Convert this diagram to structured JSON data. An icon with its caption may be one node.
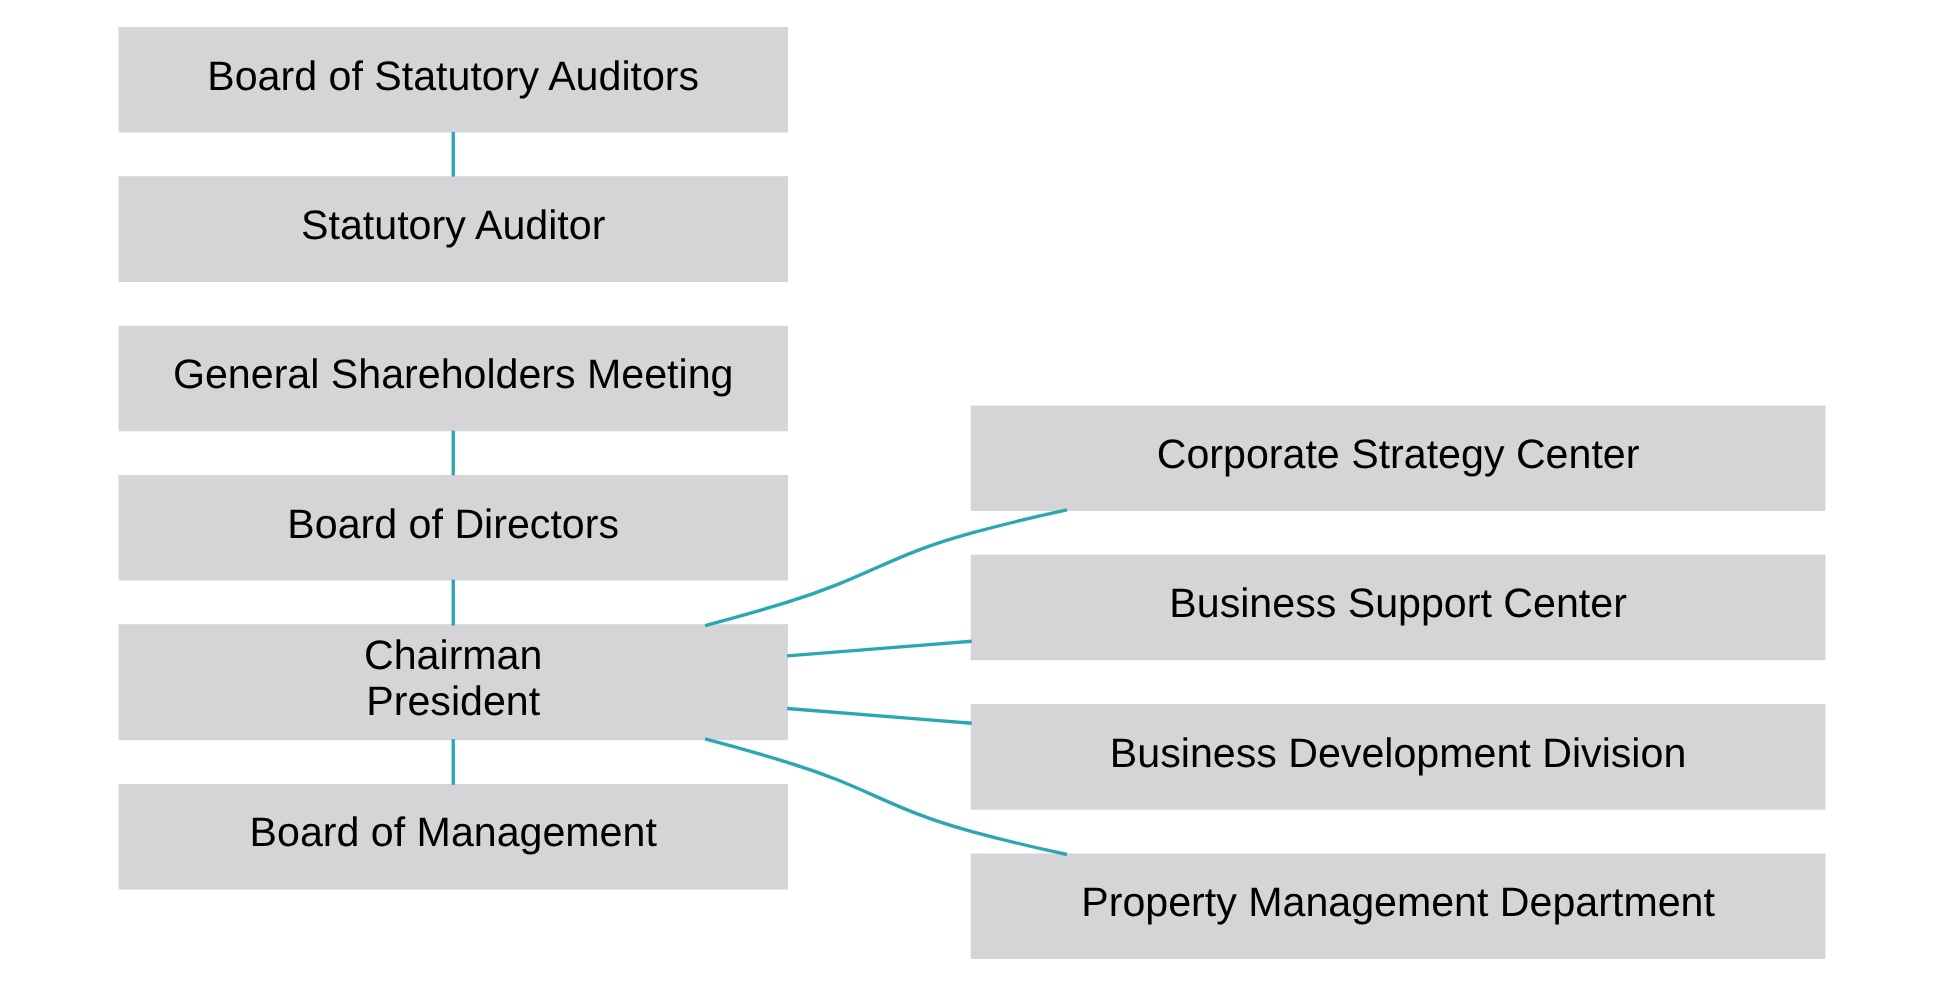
{
  "diagram": {
    "nodes": [
      {
        "text": [
          "General Shareholders Meeting"
        ]
      },
      {
        "text": [
          "Board of Directors"
        ]
      },
      {
        "text": [
          "Chairman",
          "President"
        ]
      },
      {
        "text": [
          "Board of Management"
        ]
      },
      {
        "text": [
          "Board of Statutory Auditors"
        ]
      },
      {
        "text": [
          "Statutory Auditor"
        ]
      },
      {
        "text": [
          "Corporate Strategy Center"
        ]
      },
      {
        "text": [
          "Business Support Center"
        ]
      },
      {
        "text": [
          "Business Development Division"
        ]
      },
      {
        "text": [
          "Property Management Department"
        ]
      }
    ],
    "edges": [
      {
        "from": 0,
        "to": 1,
        "arrow": "none"
      },
      {
        "from": 1,
        "to": 2,
        "arrow": "none"
      },
      {
        "from": 2,
        "to": 3,
        "arrow": "none"
      },
      {
        "from": 4,
        "to": 5,
        "arrow": "none"
      },
      {
        "from": 2,
        "to": 6,
        "arrow": "none"
      },
      {
        "from": 2,
        "to": 7,
        "arrow": "none"
      },
      {
        "from": 2,
        "to": 8,
        "arrow": "none"
      },
      {
        "from": 2,
        "to": 9,
        "arrow": "none"
      }
    ]
  }
}
